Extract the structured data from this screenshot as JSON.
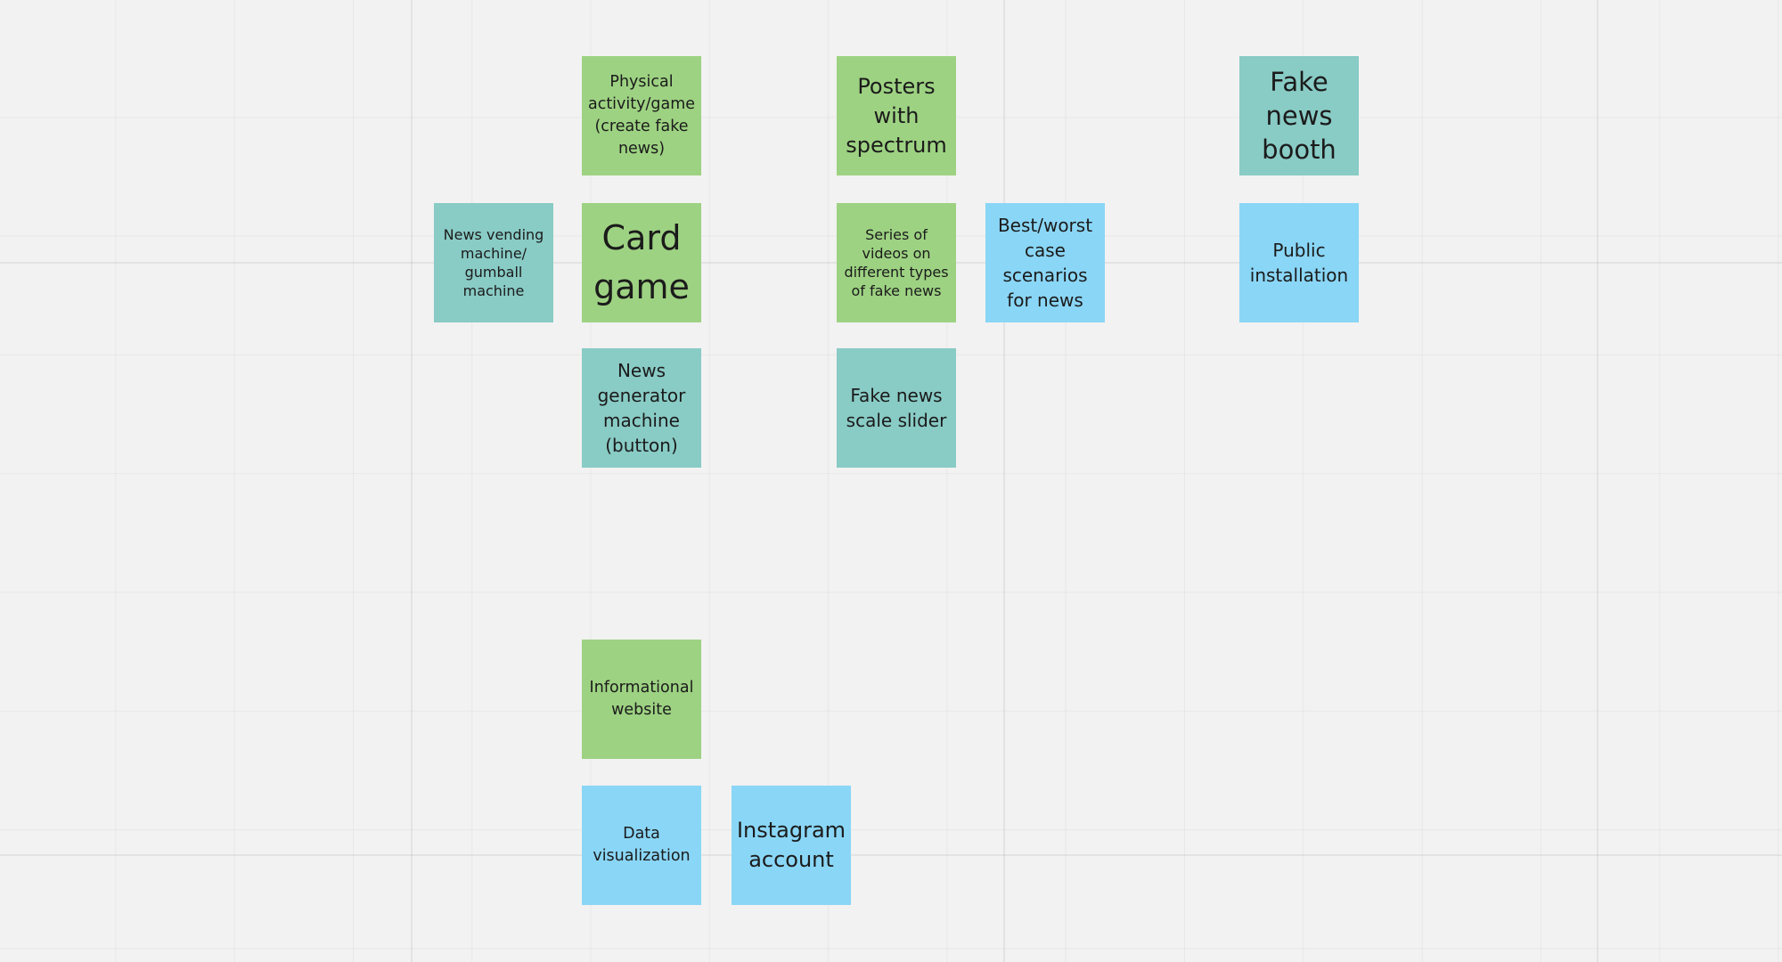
{
  "board": {
    "background": "#f2f2f2"
  },
  "colors": {
    "green": "#9dd282",
    "teal": "#89cbc5",
    "blue": "#8ad6f6"
  },
  "stickies": [
    {
      "id": "physical-activity",
      "color": "green",
      "text": "Physical\nactivity/game\n(create fake\nnews)"
    },
    {
      "id": "posters-spectrum",
      "color": "green",
      "text": "Posters\nwith\nspectrum"
    },
    {
      "id": "fake-news-booth",
      "color": "teal",
      "text": "Fake\nnews\nbooth"
    },
    {
      "id": "news-vending",
      "color": "teal",
      "text": "News vending\nmachine/\ngumball\nmachine"
    },
    {
      "id": "card-game",
      "color": "green",
      "text": "Card\ngame"
    },
    {
      "id": "series-videos",
      "color": "green",
      "text": "Series of\nvideos on\ndifferent types\nof fake news"
    },
    {
      "id": "best-worst",
      "color": "blue",
      "text": "Best/worst\ncase\nscenarios\nfor news"
    },
    {
      "id": "public-installation",
      "color": "blue",
      "text": "Public\ninstallation"
    },
    {
      "id": "news-generator",
      "color": "teal",
      "text": "News\ngenerator\nmachine\n(button)"
    },
    {
      "id": "scale-slider",
      "color": "teal",
      "text": "Fake news\nscale slider"
    },
    {
      "id": "informational-website",
      "color": "green",
      "text": "Informational\nwebsite"
    },
    {
      "id": "data-visualization",
      "color": "blue",
      "text": "Data\nvisualization"
    },
    {
      "id": "instagram-account",
      "color": "blue",
      "text": "Instagram\naccount"
    }
  ]
}
